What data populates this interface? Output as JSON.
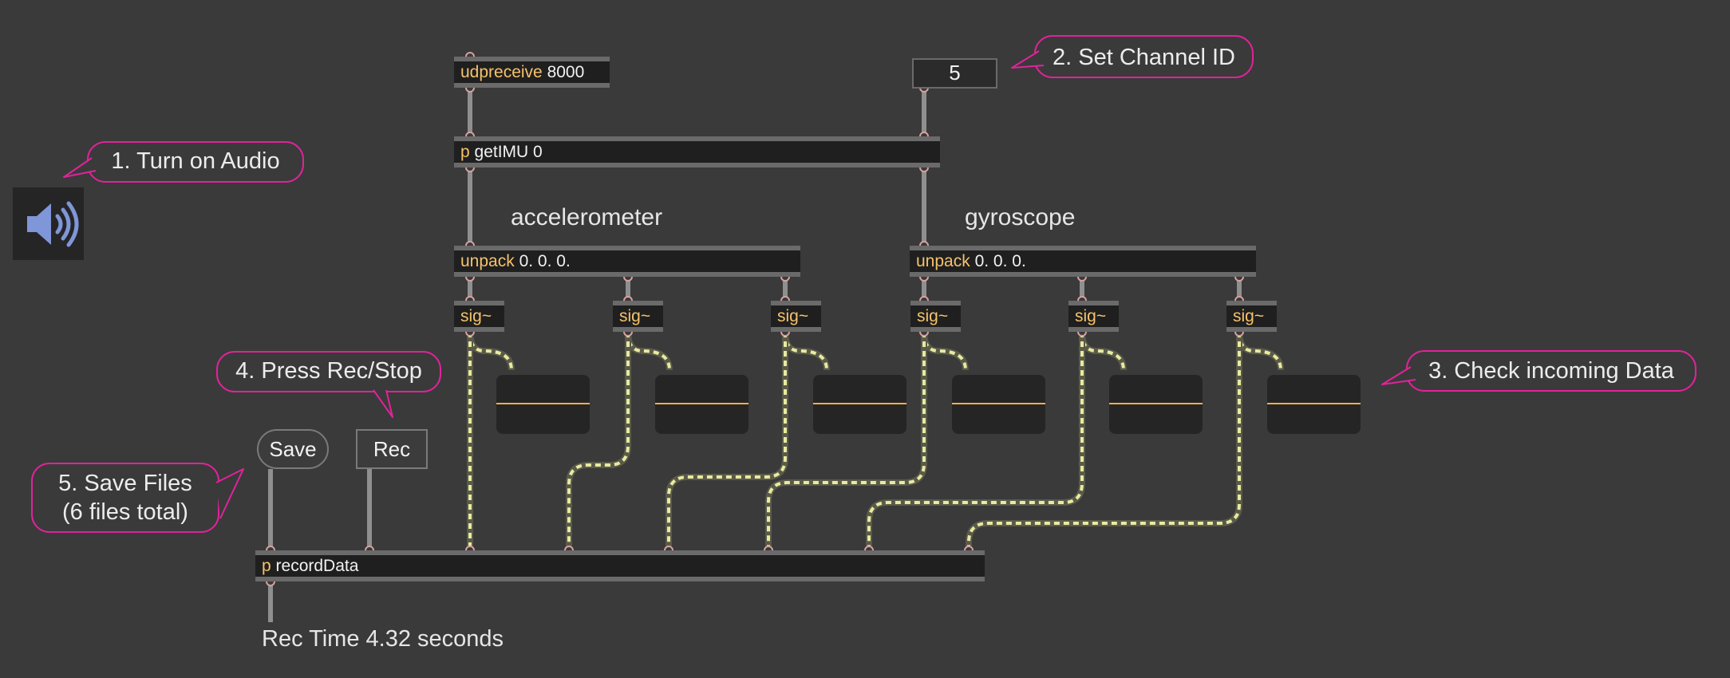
{
  "objects": {
    "udpreceive": {
      "keyword": "udpreceive",
      "args": "8000"
    },
    "getimu": {
      "keyword": "p",
      "args": "getIMU 0"
    },
    "unpack_accel": {
      "keyword": "unpack",
      "args": "0. 0. 0."
    },
    "unpack_gyro": {
      "keyword": "unpack",
      "args": "0. 0. 0."
    },
    "sig": {
      "keyword": "sig~"
    },
    "recorddata": {
      "keyword": "p",
      "args": "recordData"
    }
  },
  "channel_id": "5",
  "labels": {
    "accelerometer": "accelerometer",
    "gyroscope": "gyroscope",
    "rec_time": "Rec Time 4.32 seconds"
  },
  "buttons": {
    "save": "Save",
    "rec": "Rec"
  },
  "comments": {
    "c1": "1. Turn on Audio",
    "c2": "2. Set Channel ID",
    "c3": "3. Check incoming Data",
    "c4": "4. Press Rec/Stop",
    "c5_line1": "5. Save Files",
    "c5_line2": "(6 files total)"
  },
  "colors": {
    "background": "#3a3a3a",
    "object_keyword": "#f6c26b",
    "comment_border": "#e0239a",
    "signal_patch_cord": "#e8eaa0",
    "meter_line": "#f0b04d",
    "audio_icon": "#7f96d8"
  },
  "icons": {
    "audio": "speaker-icon"
  }
}
